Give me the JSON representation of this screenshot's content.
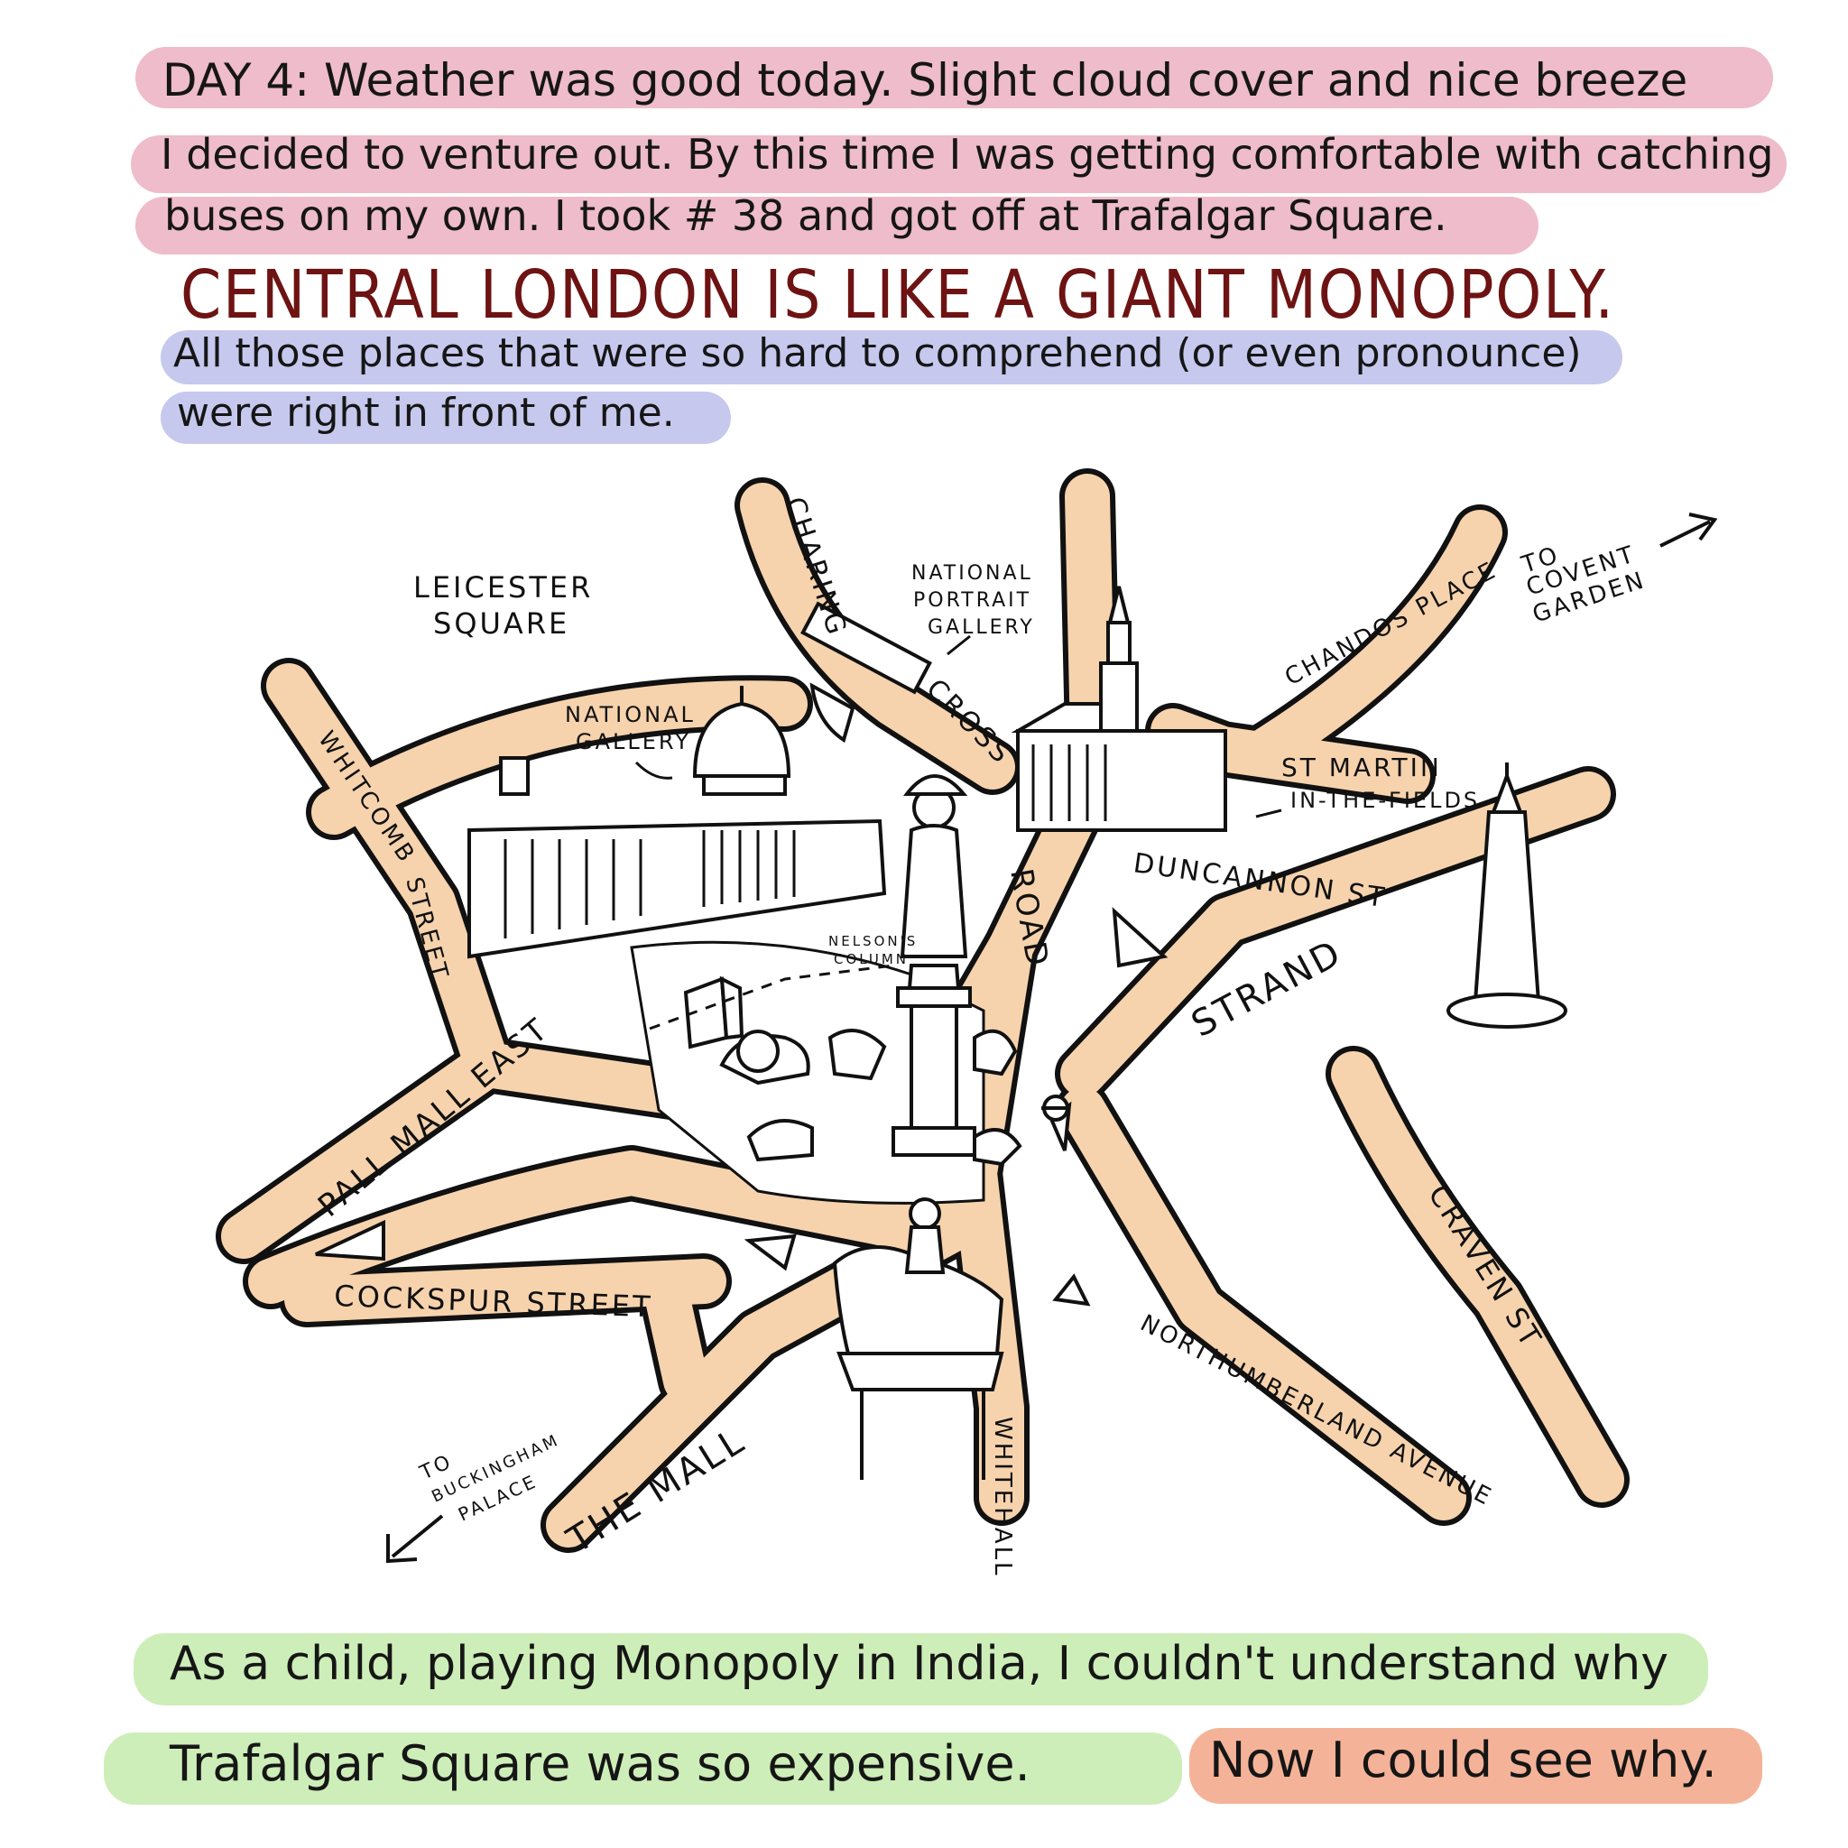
{
  "journal": {
    "day_label": "DAY 4:",
    "line1": "Weather was good today. Slight cloud cover and nice breeze",
    "line2": "I decided to venture out.  By this time I was getting comfortable with catching",
    "line3": "buses on my own. I took # 38 and got off at Trafalgar Square.",
    "headline": "CENTRAL LONDON IS LIKE A GIANT MONOPOLY.",
    "line4": "All those places that were so hard to comprehend (or even pronounce)",
    "line5": "were right in front of me.",
    "closing1": "As a child, playing Monopoly in India, I couldn't understand why",
    "closing2": "Trafalgar Square was so expensive.",
    "closing3": "Now I could see why."
  },
  "colors": {
    "road": "#f6d3ad",
    "ink": "#111111",
    "headline": "#6e1313",
    "highlight_pink": "#e9a9bd",
    "highlight_blue": "#b6b9e9",
    "highlight_green": "#c8ecb0",
    "highlight_salmon": "#f3ab8d"
  },
  "map": {
    "streets": {
      "charing": "CHARING",
      "cross": "CROSS",
      "road": "ROAD",
      "whitcomb": "WHITCOMB",
      "street": "STREET",
      "pall_mall_east": "PALL MALL EAST",
      "cockspur_street": "COCKSPUR STREET",
      "the_mall": "THE MALL",
      "whitehall": "WHITEHALL",
      "northumberland_avenue": "NORTHUMBERLAND AVENUE",
      "craven_st": "CRAVEN ST",
      "strand": "STRAND",
      "duncannon_st": "DUNCANNON ST",
      "chandos_place": "CHANDOS PLACE"
    },
    "places": {
      "leicester_1": "LEICESTER",
      "leicester_2": "SQUARE",
      "npg_1": "NATIONAL",
      "npg_2": "PORTRAIT",
      "npg_3": "GALLERY",
      "ng_1": "NATIONAL",
      "ng_2": "GALLERY",
      "stmartin_1": "ST MARTIN",
      "stmartin_2": "IN-THE-FIELDS",
      "nelson_1": "NELSON'S",
      "nelson_2": "COLUMN",
      "covent_1": "TO",
      "covent_2": "COVENT",
      "covent_3": "GARDEN",
      "bp_1": "TO",
      "bp_2": "BUCKINGHAM",
      "bp_3": "PALACE"
    },
    "icons": [
      "nelsons-column-icon",
      "equestrian-statue-icon",
      "national-gallery-icon",
      "st-martin-church-icon",
      "lion-statue-icon",
      "underground-roundel-icon",
      "charing-cross-monument-icon",
      "gazebo-pavilion-icon"
    ]
  }
}
